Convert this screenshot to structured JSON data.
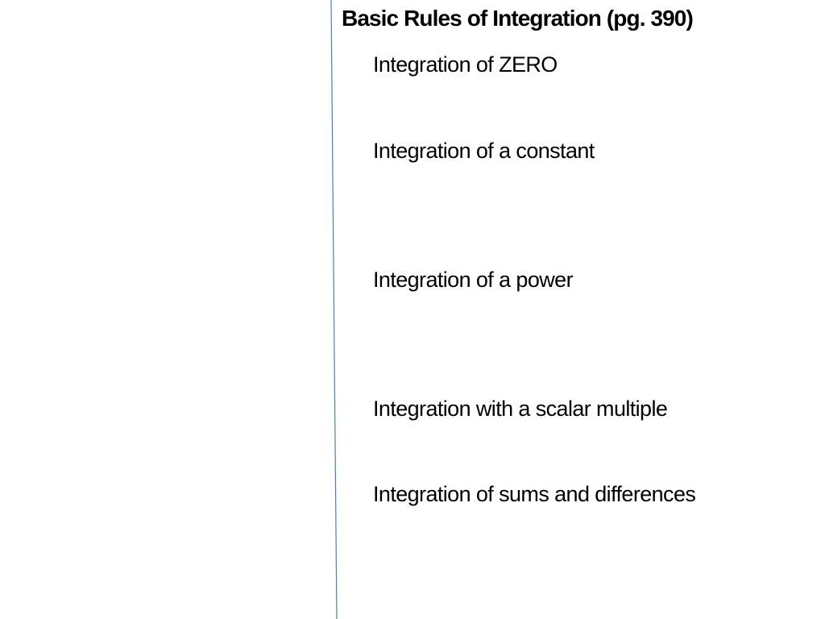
{
  "slide": {
    "title": "Basic Rules of Integration (pg. 390)",
    "rules": [
      "Integration of ZERO",
      "Integration of a constant",
      "Integration of a power",
      "Integration with a scalar multiple",
      "Integration of sums and differences"
    ],
    "divider_color": "#4a7ebb"
  }
}
